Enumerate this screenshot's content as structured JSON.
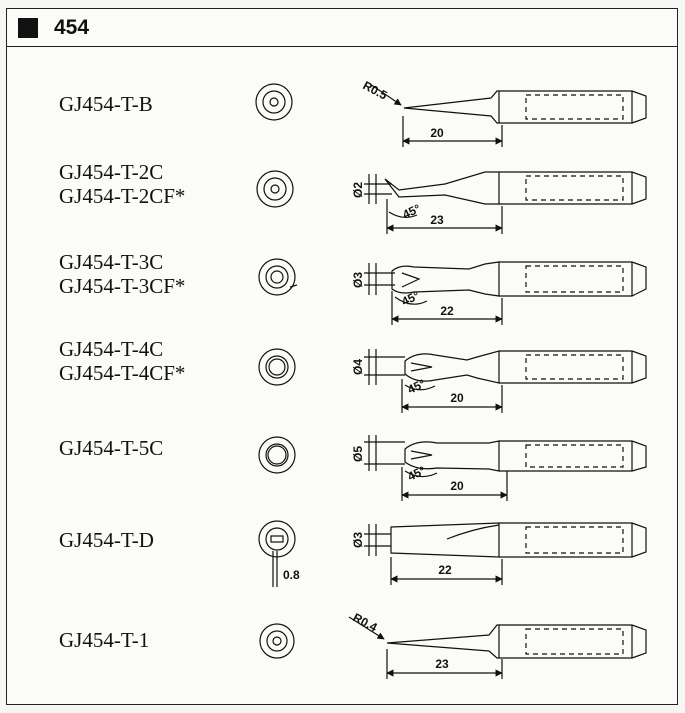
{
  "header": {
    "series": "454"
  },
  "tips": [
    {
      "models": [
        "GJ454-T-B"
      ],
      "diameter": "",
      "angle": "",
      "radius": "R0.5",
      "length": "20"
    },
    {
      "models": [
        "GJ454-T-2C",
        "GJ454-T-2CF*"
      ],
      "diameter": "Ø2",
      "angle": "45°",
      "radius": "",
      "length": "23"
    },
    {
      "models": [
        "GJ454-T-3C",
        "GJ454-T-3CF*"
      ],
      "diameter": "Ø3",
      "angle": "45°",
      "radius": "",
      "length": "22"
    },
    {
      "models": [
        "GJ454-T-4C",
        "GJ454-T-4CF*"
      ],
      "diameter": "Ø4",
      "angle": "45°",
      "radius": "",
      "length": "20"
    },
    {
      "models": [
        "GJ454-T-5C"
      ],
      "diameter": "Ø5",
      "angle": "45°",
      "radius": "",
      "length": "20"
    },
    {
      "models": [
        "GJ454-T-D"
      ],
      "diameter": "Ø3",
      "angle": "",
      "radius": "",
      "length": "22",
      "blade_thickness": "0.8"
    },
    {
      "models": [
        "GJ454-T-1"
      ],
      "diameter": "",
      "angle": "",
      "radius": "R0.4",
      "length": "23"
    }
  ]
}
